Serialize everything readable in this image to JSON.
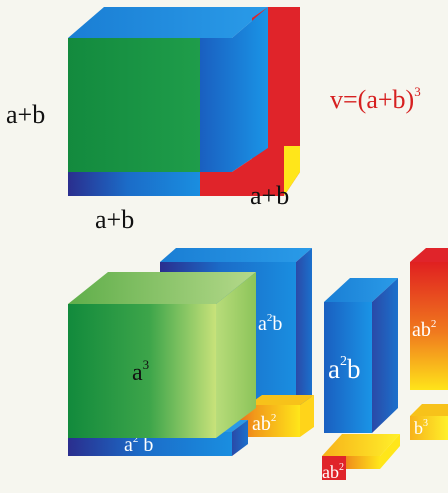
{
  "top": {
    "left_label": "a+b",
    "bottom_label": "a+b",
    "depth_label": "a+b",
    "formula": {
      "base": "v=(a+b)",
      "exponent": "3"
    }
  },
  "pieces": {
    "a_cubed": {
      "text": "a",
      "sup": "3"
    },
    "a2b_back": {
      "text": "a",
      "sup": "2",
      "tail": "b"
    },
    "a2b_right": {
      "text": "a",
      "sup": "2",
      "tail": "b"
    },
    "a2b_bottom": {
      "text": "a",
      "sup": "2",
      "tail": " b"
    },
    "ab2_mid": {
      "text": "ab",
      "sup": "2"
    },
    "ab2_right": {
      "text": "ab",
      "sup": "2"
    },
    "ab2_bottom": {
      "text": "ab",
      "sup": "2"
    },
    "b_cubed": {
      "text": "b",
      "sup": "3"
    }
  },
  "colors": {
    "green": "#1a9a48",
    "blue": "#1a86d6",
    "navy": "#262a8c",
    "red": "#e0242a",
    "yellow": "#ffe600",
    "light_green": "#c8e27a",
    "formula_red": "#d62020",
    "background": "#f6f6ef"
  }
}
